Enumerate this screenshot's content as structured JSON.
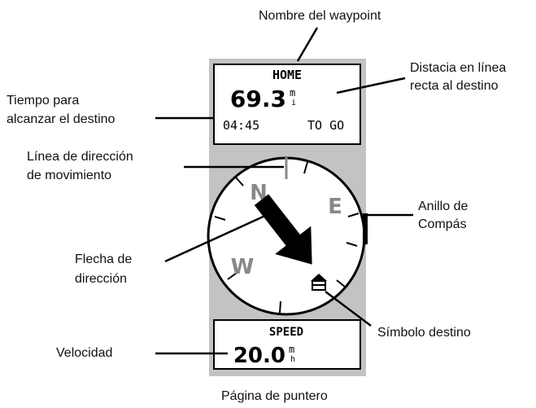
{
  "title": "Página de puntero",
  "device": {
    "waypoint_name": "HOME",
    "distance_value": "69.3",
    "distance_unit_top": "m",
    "distance_unit_bottom": "i",
    "time_to_go": "04:45",
    "to_go_label": "TO GO",
    "compass_letters": {
      "north": "N",
      "east": "E",
      "west": "W"
    },
    "speed_label": "SPEED",
    "speed_value": "20.0",
    "speed_unit_top": "m",
    "speed_unit_bottom": "h",
    "colors": {
      "frame": "#c3c3c3",
      "panel": "#ffffff",
      "ink": "#000000"
    }
  },
  "callouts": {
    "waypoint_name": "Nombre del waypoint",
    "distance_line1": "Distacia en línea",
    "distance_line2": "recta al destino",
    "time_line1": "Tiempo para",
    "time_line2": "alcanzar el destino",
    "bearing_line1": "Línea de dirección",
    "bearing_line2": "de movimiento",
    "ring_line1": "Anillo de",
    "ring_line2": "Compás",
    "arrow_line1": "Flecha de",
    "arrow_line2": "dirección",
    "destination_symbol": "Símbolo destino",
    "speed": "Velocidad"
  }
}
